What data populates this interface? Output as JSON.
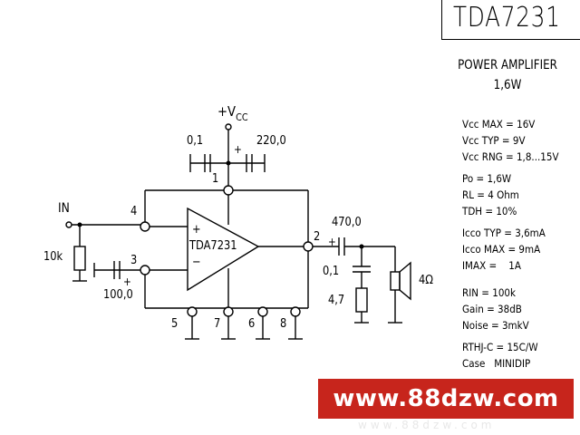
{
  "title": "TDA7231",
  "subtitle_line1": "POWER AMPLIFIER",
  "subtitle_line2": "1,6W",
  "specs": [
    "Vcc MAX = 16V",
    "Vcc TYP = 9V",
    "Vcc RNG = 1,8...15V",
    "Po = 1,6W",
    "RL = 4 Ohm",
    "TDH = 10%",
    "Icco TYP = 3,6mA",
    "Icco MAX = 9mA",
    "IMAX =    1A",
    "RIN = 100k",
    "Gain = 38dB",
    "Noise = 3mkV",
    "RTHJ-C = 15C/W",
    "Case   MINIDIP"
  ],
  "schematic": {
    "supply_label": "+V",
    "supply_subscript": "CC",
    "input_label": "IN",
    "ic_label": "TDA7231",
    "plus_sign": "+",
    "minus_sign": "−",
    "cap_01_top": "0,1",
    "cap_220": "220,0",
    "cap_470": "470,0",
    "cap_01_out": "0,1",
    "res_47": "4,7",
    "res_10k": "10k",
    "cap_100": "100,0",
    "speaker": "4Ω",
    "pin1": "1",
    "pin2": "2",
    "pin3": "3",
    "pin4": "4",
    "pin5": "5",
    "pin6": "6",
    "pin7": "7",
    "pin8": "8",
    "polarity_plus_a": "+",
    "polarity_plus_b": "+",
    "polarity_plus_c": "+"
  },
  "watermark": "www.88dzw.com",
  "watermark_shadow": "www.88dzw.com",
  "colors": {
    "watermark_bg": "#c7251c",
    "ink": "#000000"
  }
}
